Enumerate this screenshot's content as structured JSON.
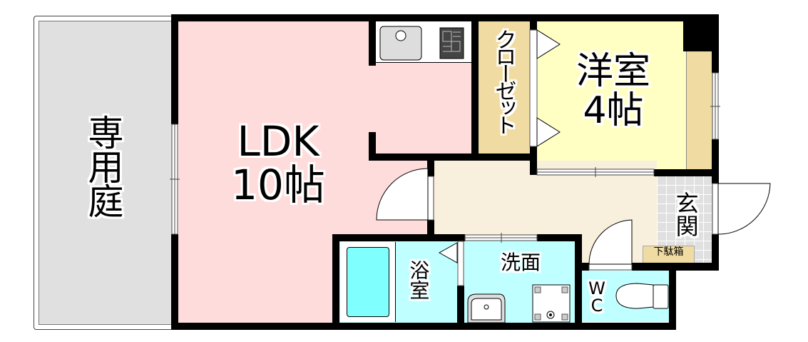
{
  "floorplan": {
    "rooms": [
      {
        "id": "garden",
        "label": "専用庭",
        "color": "#e0e0e0"
      },
      {
        "id": "ldk",
        "label_line1": "LDK",
        "label_line2": "10帖",
        "color": "#ffdcdc"
      },
      {
        "id": "closet",
        "label": "クローゼット",
        "color": "#f0dba2"
      },
      {
        "id": "western_room",
        "label_line1": "洋室",
        "label_line2": "4帖",
        "color": "#ffffc4"
      },
      {
        "id": "hallway",
        "label": "",
        "color": "#f8f0dc"
      },
      {
        "id": "entrance",
        "label": "玄関",
        "color": "#e0e0e0"
      },
      {
        "id": "shoe_box",
        "label": "下駄箱",
        "color": "#f0dba2"
      },
      {
        "id": "bathroom",
        "label": "浴室",
        "color": "#c0ffff"
      },
      {
        "id": "washroom",
        "label": "洗面",
        "color": "#c0ffff"
      },
      {
        "id": "toilet",
        "label_line1": "W",
        "label_line2": "C",
        "color": "#c0ffff"
      }
    ],
    "colors": {
      "wall": "#000000",
      "bathtub": "#80ffff",
      "sink": "#e0e0e0",
      "kitchen_counter": "#ffffff"
    }
  }
}
